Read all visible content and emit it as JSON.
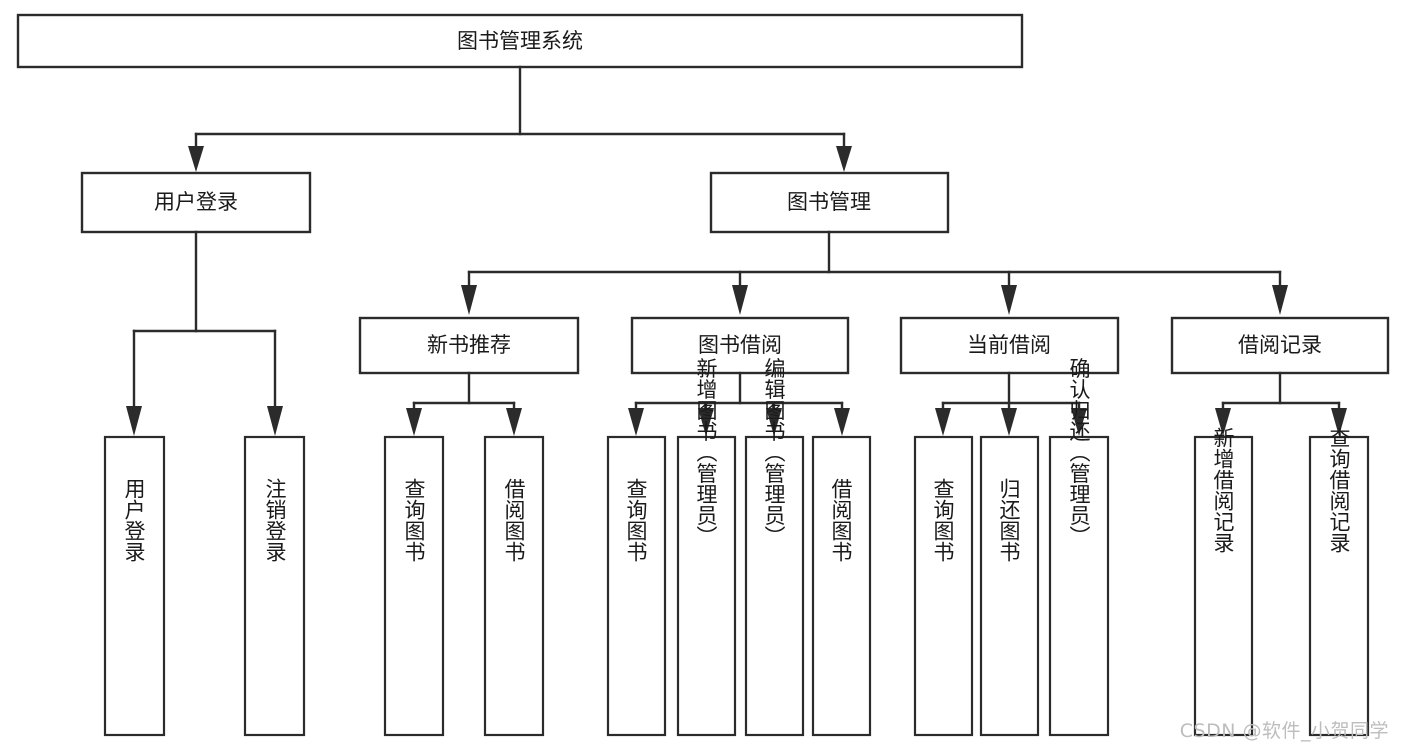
{
  "diagram": {
    "title": "图书管理系统",
    "watermark": "CSDN @软件_小贺同学",
    "type": "tree",
    "root": {
      "id": "root",
      "label": "图书管理系统",
      "orientation": "horizontal"
    },
    "level2": [
      {
        "id": "user-login",
        "label": "用户登录",
        "orientation": "horizontal"
      },
      {
        "id": "book-manage",
        "label": "图书管理",
        "orientation": "horizontal"
      }
    ],
    "level3": [
      {
        "id": "new-book-recommend",
        "label": "新书推荐",
        "parent": "book-manage",
        "orientation": "horizontal"
      },
      {
        "id": "book-borrow",
        "label": "图书借阅",
        "parent": "book-manage",
        "orientation": "horizontal"
      },
      {
        "id": "current-borrow",
        "label": "当前借阅",
        "parent": "book-manage",
        "orientation": "horizontal"
      },
      {
        "id": "borrow-record",
        "label": "借阅记录",
        "parent": "book-manage",
        "orientation": "horizontal"
      }
    ],
    "leaves": [
      {
        "id": "leaf-user-login",
        "label": "用户登录",
        "parent": "user-login",
        "orientation": "vertical"
      },
      {
        "id": "leaf-user-logout",
        "label": "注销登录",
        "parent": "user-login",
        "orientation": "vertical"
      },
      {
        "id": "leaf-query-book-1",
        "label": "查询图书",
        "parent": "new-book-recommend",
        "orientation": "vertical"
      },
      {
        "id": "leaf-borrow-book-1",
        "label": "借阅图书",
        "parent": "new-book-recommend",
        "orientation": "vertical"
      },
      {
        "id": "leaf-query-book-2",
        "label": "查询图书",
        "parent": "book-borrow",
        "orientation": "vertical"
      },
      {
        "id": "leaf-add-book",
        "label": "新增图书（管理员）",
        "parent": "book-borrow",
        "orientation": "vertical"
      },
      {
        "id": "leaf-edit-book",
        "label": "编辑图书（管理员）",
        "parent": "book-borrow",
        "orientation": "vertical"
      },
      {
        "id": "leaf-borrow-book-2",
        "label": "借阅图书",
        "parent": "book-borrow",
        "orientation": "vertical"
      },
      {
        "id": "leaf-query-book-3",
        "label": "查询图书",
        "parent": "current-borrow",
        "orientation": "vertical"
      },
      {
        "id": "leaf-return-book",
        "label": "归还图书",
        "parent": "current-borrow",
        "orientation": "vertical"
      },
      {
        "id": "leaf-confirm-return",
        "label": "确认归还（管理员）",
        "parent": "current-borrow",
        "orientation": "vertical"
      },
      {
        "id": "leaf-add-record",
        "label": "新增借阅记录",
        "parent": "borrow-record",
        "orientation": "vertical"
      },
      {
        "id": "leaf-query-record",
        "label": "查询借阅记录",
        "parent": "borrow-record",
        "orientation": "vertical"
      }
    ],
    "colors": {
      "stroke": "#2b2b2b",
      "fill": "#ffffff",
      "text": "#1a1a1a",
      "watermark": "#bdbdbd"
    }
  }
}
